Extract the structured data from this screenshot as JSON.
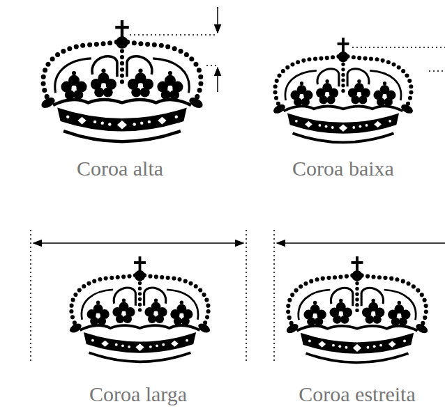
{
  "diagram": {
    "labels": [
      "Coroa alta",
      "Coroa baixa",
      "Coroa larga",
      "Coroa estreita"
    ]
  }
}
